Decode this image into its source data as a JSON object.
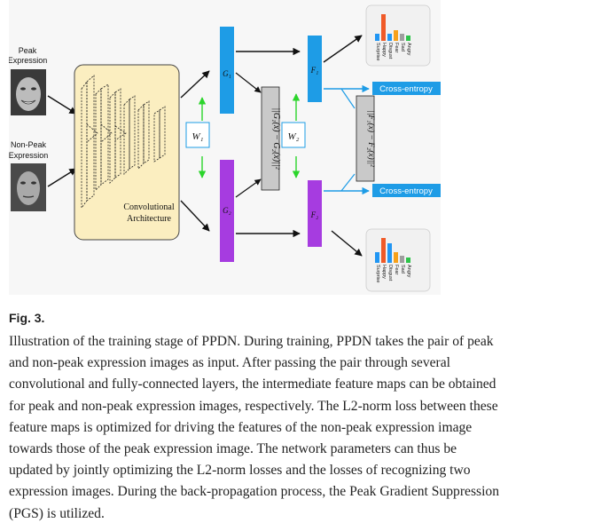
{
  "figure": {
    "input_labels": {
      "peak": [
        "Peak",
        "Expression"
      ],
      "non_peak": [
        "Non-Peak",
        "Expression"
      ]
    },
    "conv_label": [
      "Convolutional",
      "Architecture"
    ],
    "g1_label": "G₁",
    "g2_label": "G₂",
    "w1_label": "W₁",
    "w2_label": "W₂",
    "f1_label": "F₁",
    "f2_label": "F₂",
    "l2_loss_g": "||G₁(x) − G₂(x)||²",
    "l2_loss_f": "||F₁(x) − F₂(x)||²",
    "loss_top": "Cross-entropy",
    "loss_bottom": "Cross-entropy",
    "classes": [
      "Angry",
      "Sad",
      "Fear",
      "Disgust",
      "Happy",
      "Surprise"
    ],
    "colors": {
      "blue": "#1e9ce6",
      "magenta": "#a63ce0",
      "conv_fill": "#fbeec0",
      "green": "#2bd52b",
      "loss_box": "#1e9ce6"
    }
  },
  "fig_label": "Fig. 3.",
  "caption_lines": [
    "Illustration of the training stage of PPDN. During training, PPDN takes the pair of peak",
    "and non-peak expression images as input. After passing the pair through several",
    "convolutional and fully-connected layers, the intermediate feature maps can be obtained",
    "for peak and non-peak expression images, respectively. The L2-norm loss between these",
    "feature maps is optimized for driving the features of the non-peak expression image",
    "towards those of the peak expression image. The network parameters can thus be",
    "updated by jointly optimizing the L2-norm losses and the losses of recognizing two",
    "expression images. During the back-propagation process, the Peak Gradient Suppression",
    "(PGS) is utilized."
  ]
}
